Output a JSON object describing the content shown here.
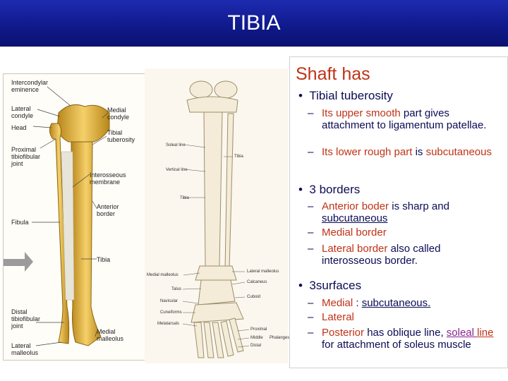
{
  "title": "TIBIA",
  "figure_left": {
    "labels": [
      "Intercondylar\neminence",
      "Lateral\ncondyle",
      "Head",
      "Proximal\ntibiofibular\njoint",
      "Fibula",
      "Distal\ntibiofibular\njoint",
      "Lateral\nmalleolus",
      "Medial\ncondyle",
      "Tibial\ntuberosity",
      "Interosseous\nmembrane",
      "Anterior\nborder",
      "Tibia",
      "Medial\nmalleolus"
    ]
  },
  "figure_right": {
    "labels": [
      "Soleal line",
      "Vertical line",
      "Tibia",
      "Tibia",
      "Medial malleolus",
      "Talus",
      "Navicular",
      "Cuneiforms",
      "Metatarsals",
      "Lateral malleolus",
      "Calcaneus",
      "Cuboid",
      "Proximal",
      "Middle",
      "Distal",
      "Phalanges"
    ]
  },
  "panel": {
    "heading": "Shaft has",
    "b1": {
      "title": "Tibial tuberosity",
      "s1": [
        "Its upper smooth",
        " part gives attachment to ligamentum patellae."
      ],
      "s2": [
        "Its lower rough part",
        " is ",
        "subcutaneous"
      ]
    },
    "b2": {
      "title": "3 borders",
      "s1": [
        "Anterior boder",
        " is sharp and ",
        "subcutaneous"
      ],
      "s2": "Medial border",
      "s3": [
        "Lateral border",
        " also called interosseous border."
      ]
    },
    "b3": {
      "title": "3surfaces",
      "s1": [
        "Medial",
        " : ",
        "subcutaneous."
      ],
      "s2": "Lateral",
      "s3": [
        "Posterior",
        " has oblique line, ",
        "soleal ",
        "line",
        " for attachment of soleus muscle"
      ]
    }
  }
}
